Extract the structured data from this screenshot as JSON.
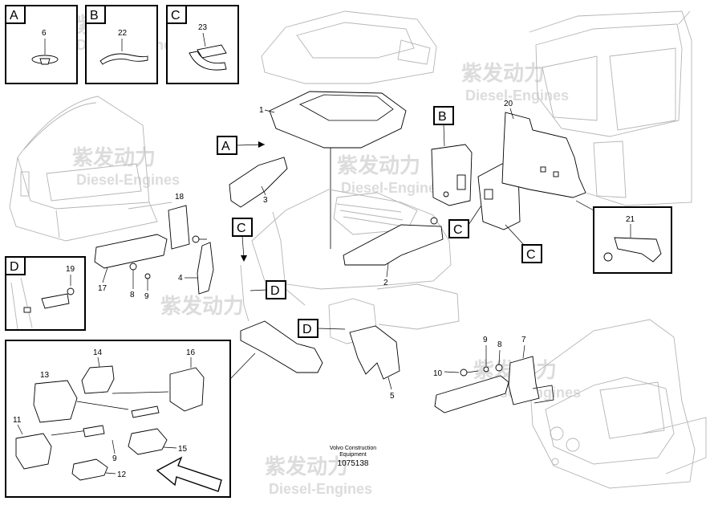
{
  "detail_boxes": [
    {
      "letter": "A",
      "callout": "6"
    },
    {
      "letter": "B",
      "callout": "22"
    },
    {
      "letter": "C",
      "callout": "23"
    },
    {
      "letter": "D",
      "callout": "19"
    }
  ],
  "callouts": {
    "n1": "1",
    "n2": "2",
    "n3": "3",
    "n4": "4",
    "n5": "5",
    "n7": "7",
    "n8a": "8",
    "n9a": "9",
    "n8b": "8",
    "n9b": "9",
    "n10": "10",
    "n11": "11",
    "n12": "12",
    "n13": "13",
    "n14": "14",
    "n15": "15",
    "n16": "16",
    "n9c": "9",
    "n17": "17",
    "n18": "18",
    "n20": "20",
    "n21": "21"
  },
  "view_tags": {
    "a_main": "A",
    "b_main": "B",
    "c_left": "C",
    "c_mid": "C",
    "c_right": "C",
    "d_upper": "D",
    "d_lower": "D"
  },
  "footer": {
    "line1": "Volvo Construction",
    "line2": "Equipment",
    "number": "1075138"
  },
  "watermark": {
    "cn": "紫发动力",
    "en": "Diesel-Engines"
  }
}
